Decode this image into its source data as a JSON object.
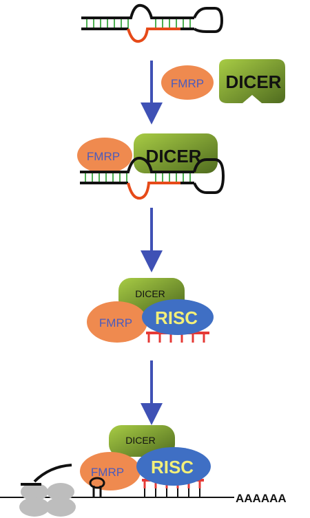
{
  "labels": {
    "fmrp": "FMRP",
    "dicer": "DICER",
    "risc": "RISC",
    "poly_a": "AAAAAA"
  },
  "colors": {
    "fmrp_fill": "#ef8a4f",
    "fmrp_text": "#4a5bbd",
    "dicer_light": "#9cc23e",
    "dicer_dark": "#4f6b1f",
    "risc_fill": "#3f6fc4",
    "risc_text": "#f3ef79",
    "arrow": "#3f51b5",
    "rna_stem": "#4caf50",
    "rna_red": "#e64a19",
    "ribosome": "#bdbdbd"
  }
}
